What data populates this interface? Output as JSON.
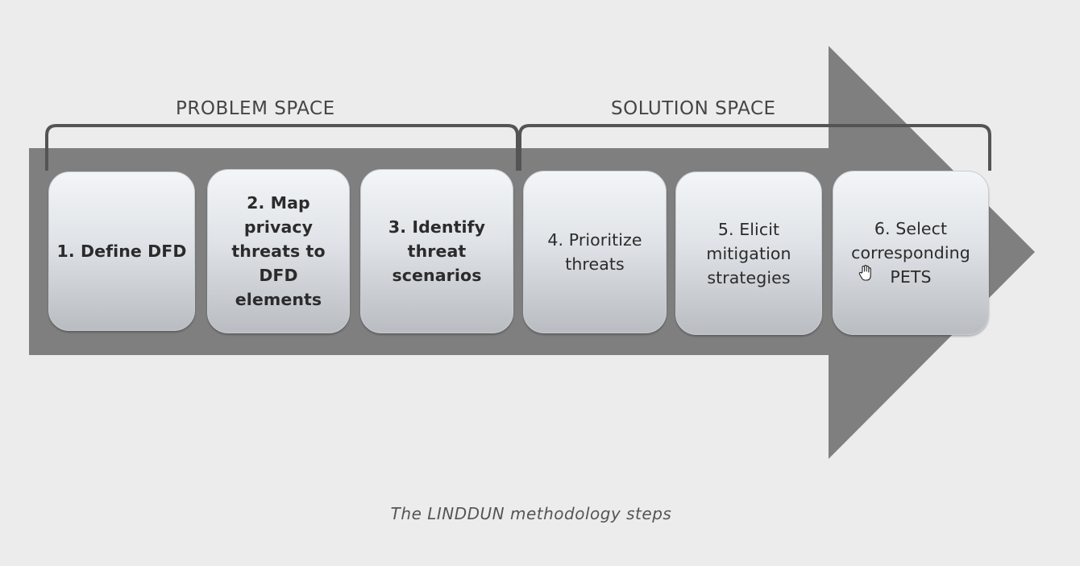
{
  "diagram": {
    "problem_space_label": "PROBLEM SPACE",
    "solution_space_label": "SOLUTION SPACE",
    "caption": "The LINDDUN methodology steps",
    "steps": [
      {
        "label": "1. Define DFD",
        "space": "problem"
      },
      {
        "label": "2. Map\nprivacy\nthreats to\nDFD\nelements",
        "space": "problem"
      },
      {
        "label": "3. Identify\nthreat\nscenarios",
        "space": "problem"
      },
      {
        "label": "4. Prioritize\nthreats",
        "space": "solution"
      },
      {
        "label": "5. Elicit\nmitigation\nstrategies",
        "space": "solution"
      },
      {
        "label": "6. Select\ncorresponding\nPETS",
        "space": "solution"
      }
    ]
  },
  "colors": {
    "arrow": "#7f7f7f",
    "bracket": "#545454",
    "background": "#ececec"
  },
  "icons": {
    "cursor": "hand-cursor-icon"
  }
}
